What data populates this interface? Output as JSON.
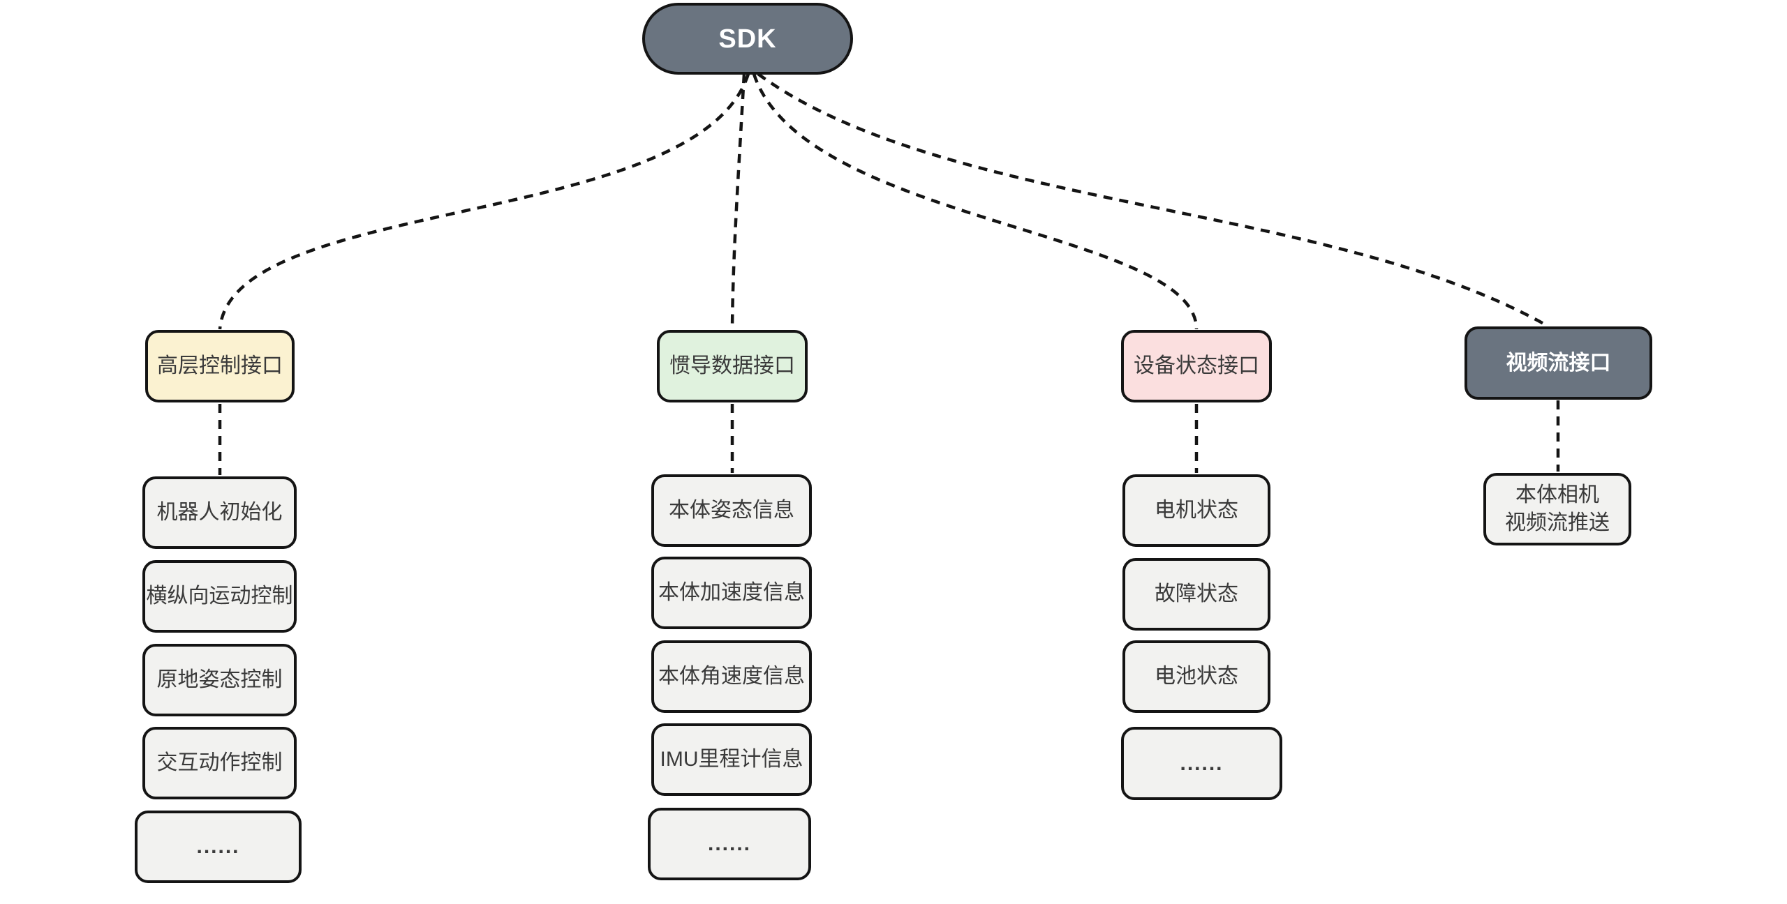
{
  "root": {
    "label": "SDK"
  },
  "branches": [
    {
      "label": "高层控制接口",
      "color": "#fbf2d1",
      "children": [
        "机器人初始化",
        "横纵向运动控制",
        "原地姿态控制",
        "交互动作控制",
        "......"
      ]
    },
    {
      "label": "惯导数据接口",
      "color": "#e0f2de",
      "children": [
        "本体姿态信息",
        "本体加速度信息",
        "本体角速度信息",
        "IMU里程计信息",
        "......"
      ]
    },
    {
      "label": "设备状态接口",
      "color": "#fbdfdf",
      "children": [
        "电机状态",
        "故障状态",
        "电池状态",
        "......"
      ]
    },
    {
      "label": "视频流接口",
      "color": "#6a7480",
      "children": [
        "本体相机\n视频流推送"
      ]
    }
  ],
  "colors": {
    "node_dark": "#6a7480",
    "node_yellow": "#fbf2d1",
    "node_green": "#e0f2de",
    "node_pink": "#fbdfdf",
    "node_gray": "#f2f2f0",
    "border": "#141414",
    "connector": "#141414",
    "text_dark": "#3a3a3a",
    "text_light": "#ffffff",
    "background": "#ffffff"
  }
}
